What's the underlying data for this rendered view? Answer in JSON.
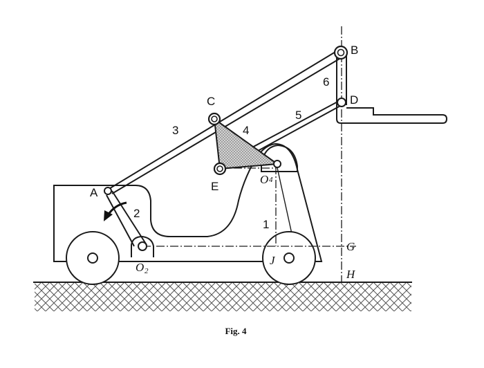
{
  "figure": {
    "caption": "Fig. 4",
    "point_labels": {
      "A": "A",
      "B": "B",
      "C": "C",
      "D": "D",
      "E": "E",
      "O2": "O",
      "O2_sub": "2",
      "O4": "O",
      "O4_sub": "4",
      "G": "G",
      "H": "H",
      "J": "J"
    },
    "link_labels": {
      "link1": "1",
      "link2": "2",
      "link3": "3",
      "link4": "4",
      "link5": "5",
      "link6": "6"
    },
    "colors": {
      "ink": "#1a1a1a",
      "hatch": "#555555",
      "triangle_fill": "#bdbdbd"
    }
  }
}
